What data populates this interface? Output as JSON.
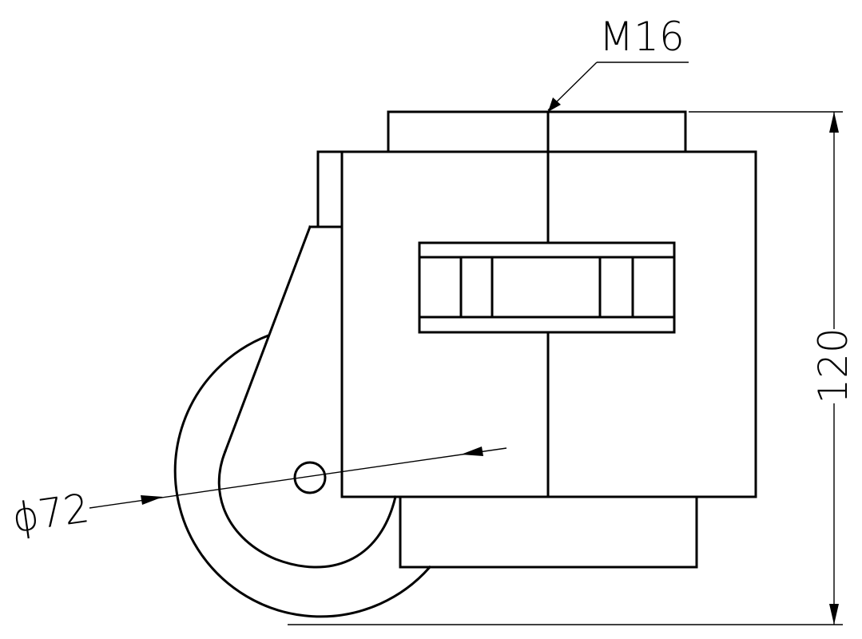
{
  "dimensions": {
    "thread": "M16",
    "height": "120",
    "wheel_diameter": "ϕ72"
  },
  "colors": {
    "line": "#000000",
    "background": "#ffffff"
  }
}
